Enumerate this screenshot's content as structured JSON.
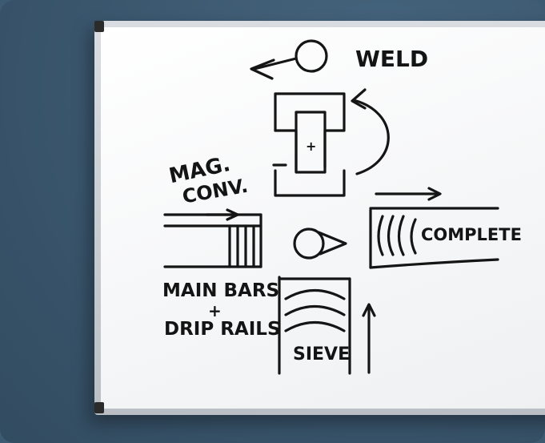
{
  "labels": {
    "weld": "WELD",
    "plus": "+",
    "minus": "−",
    "mag": "MAG.",
    "conv": "CONV.",
    "complete": "COMPLETE",
    "main_bars": "MAIN BARS",
    "plus_join": "+",
    "drip_rails": "DRIP RAILS",
    "sieve": "SIEVE"
  },
  "colors": {
    "ink": "#151515",
    "background": "#3c5a72",
    "board": "#ffffff",
    "frame": "#c4c9ce"
  }
}
